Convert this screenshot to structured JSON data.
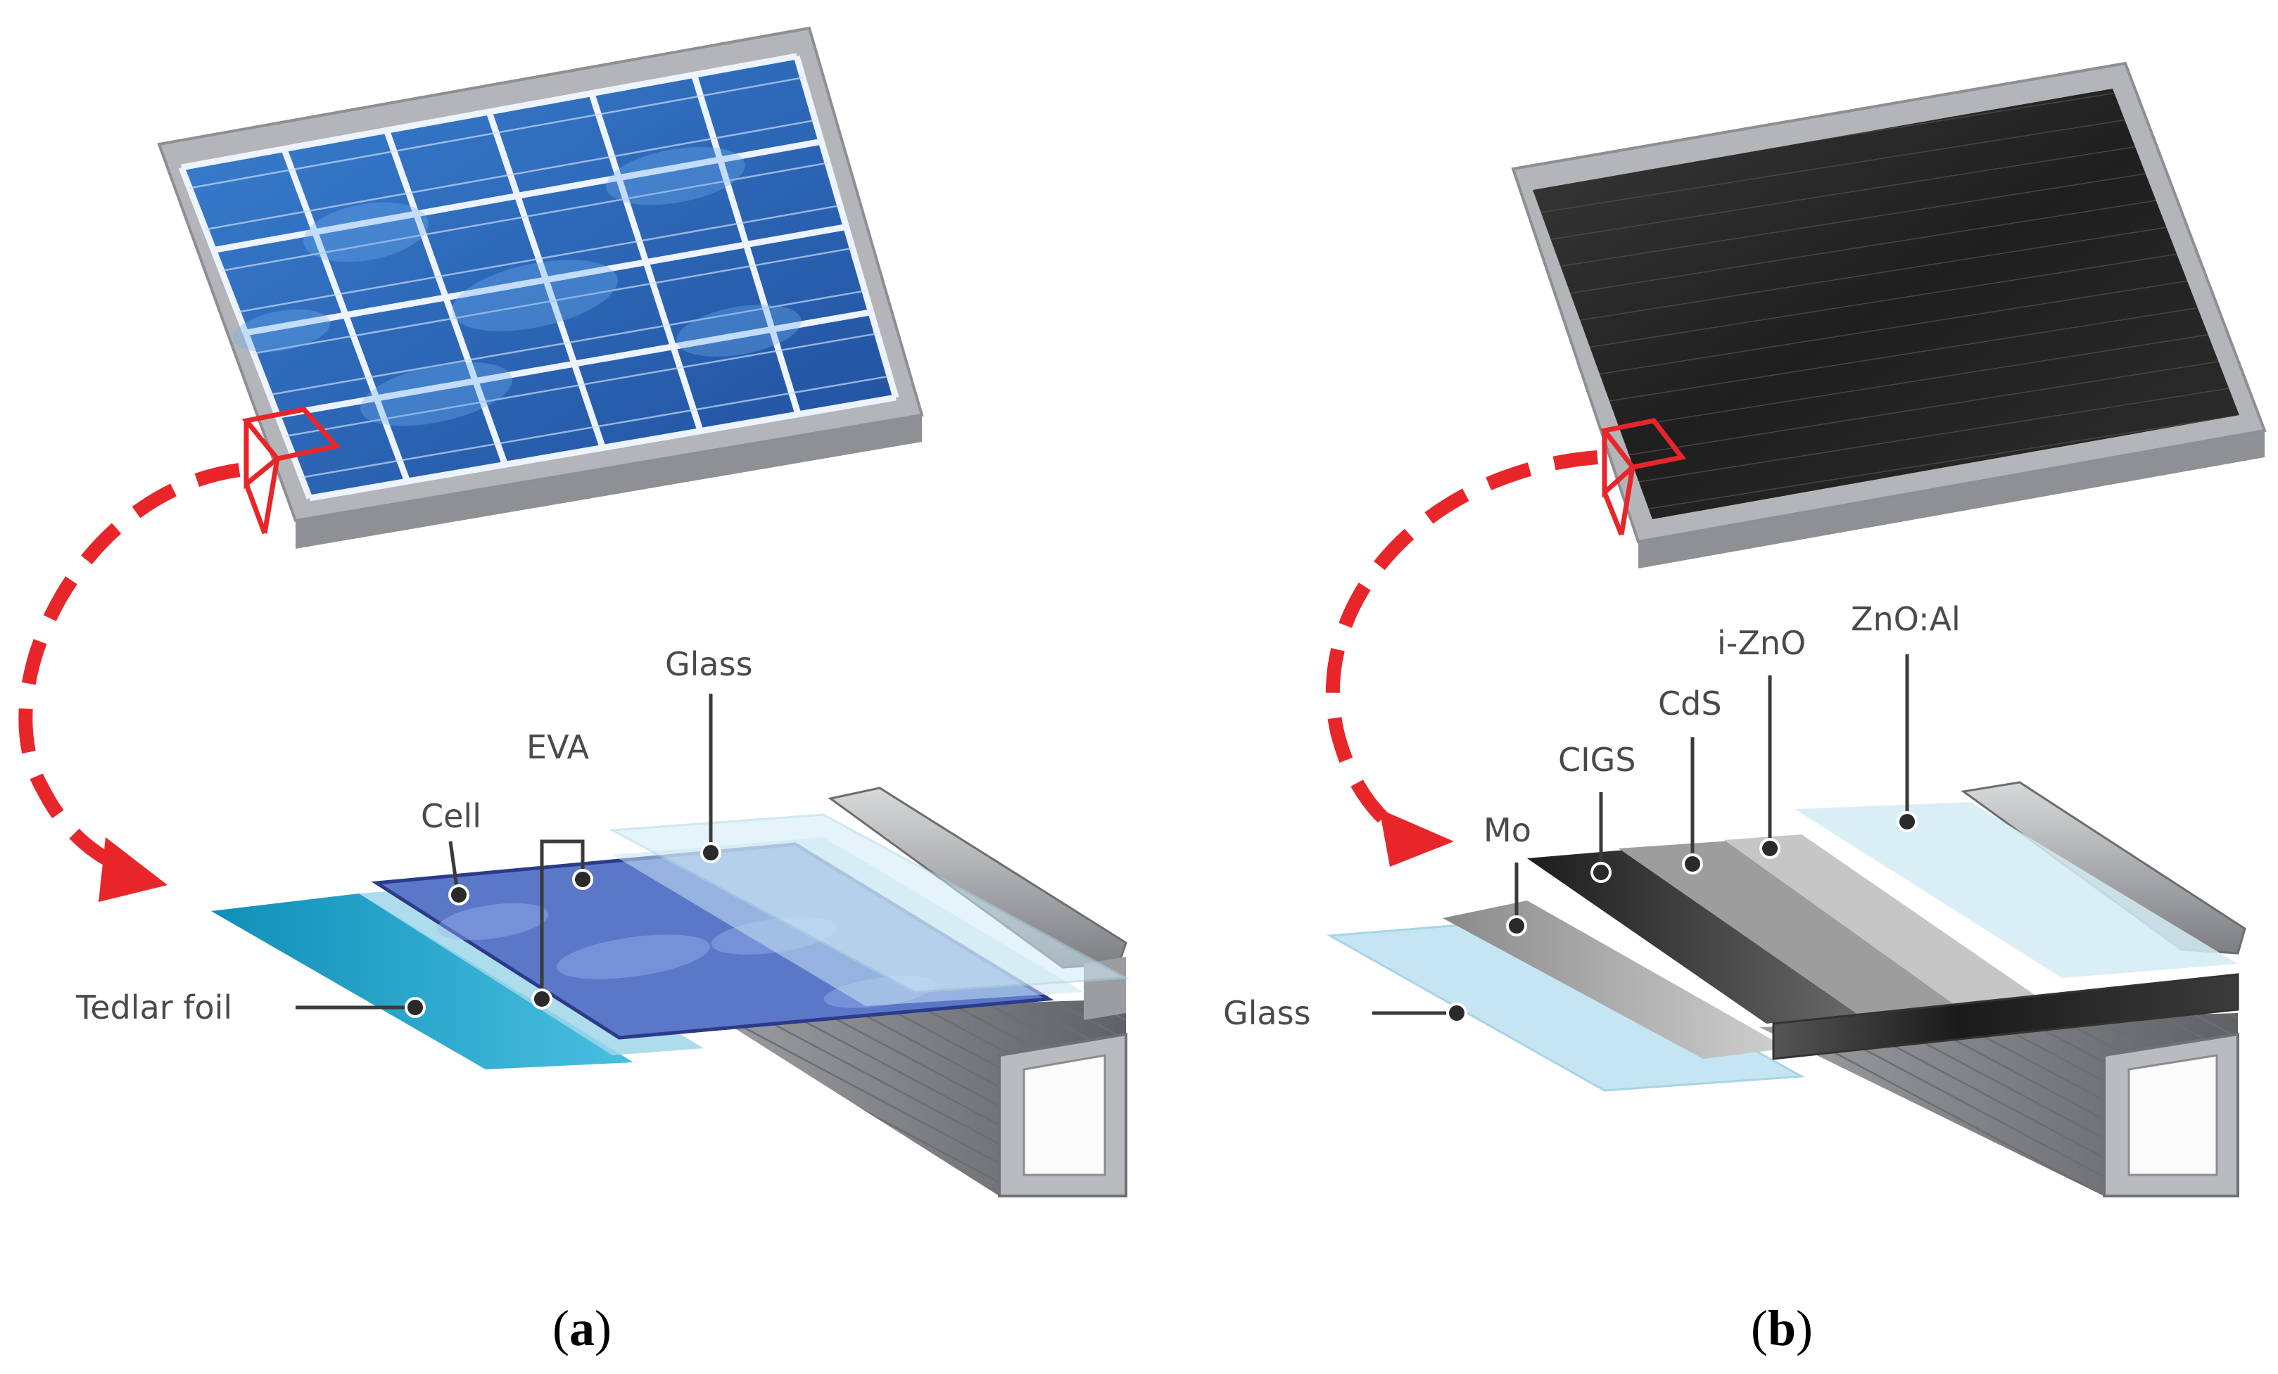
{
  "panel_a": {
    "caption_open": "(",
    "caption_letter": "a",
    "caption_close": ")",
    "labels": {
      "glass": "Glass",
      "eva": "EVA",
      "cell": "Cell",
      "tedlar": "Tedlar foil"
    }
  },
  "panel_b": {
    "caption_open": "(",
    "caption_letter": "b",
    "caption_close": ")",
    "labels": {
      "zno_al": "ZnO:Al",
      "i_zno": "i-ZnO",
      "cds": "CdS",
      "cigs": "CIGS",
      "mo": "Mo",
      "glass": "Glass"
    }
  },
  "colors": {
    "arrow": "#e8262a",
    "frame": "#a7a9ac",
    "cell_blue": "#2f6fc4",
    "thinfilm_dark": "#262626",
    "glass": "#bfe3f2",
    "tedlar": "#1aa3c9"
  }
}
